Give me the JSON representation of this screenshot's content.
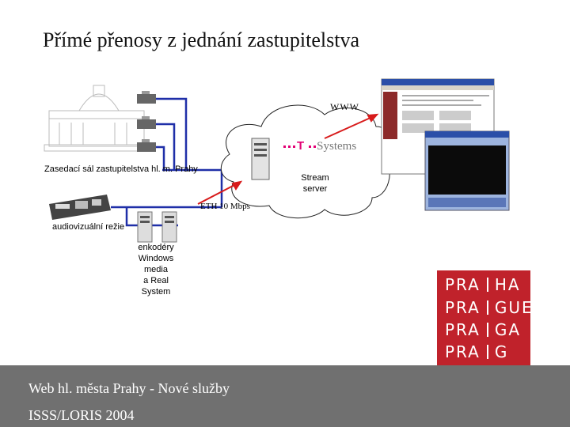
{
  "title": "Přímé přenosy z jednání zastupitelstva",
  "labels": {
    "www": "WWW",
    "hall": "Zasedací sál zastupitelstva hl. m. Prahy",
    "stream_server": "Stream\nserver",
    "eth": "ETH 10 Mbps",
    "av_control": "audiovizuální režie",
    "encoders": "enkodéry\nWindows\nmedia\na Real\nSystem",
    "tsystems_t": "T",
    "tsystems_name": "Systems"
  },
  "logo": {
    "rows": [
      {
        "left": "PRA",
        "right": "HA"
      },
      {
        "left": "PRA",
        "right": "GUE"
      },
      {
        "left": "PRA",
        "right": "GA"
      },
      {
        "left": "PRA",
        "right": "G"
      }
    ]
  },
  "footer": {
    "line1": "Web hl. města Prahy - Nové služby",
    "line2": "ISSS/LORIS 2004"
  },
  "colors": {
    "link_blue": "#1f2fa8",
    "arrow_red": "#d81b1b",
    "logo_red": "#c0222b",
    "footer_gray": "#707070",
    "tsystems_magenta": "#e20074"
  }
}
